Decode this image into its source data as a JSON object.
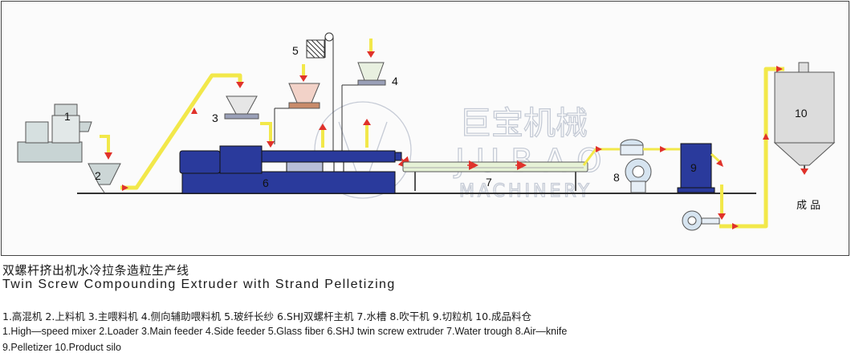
{
  "diagram": {
    "labels": {
      "mixer": "1",
      "loader": "2",
      "main_feeder": "3",
      "side_feeder": "4",
      "glass_fiber": "5",
      "extruder": "6",
      "water_trough": "7",
      "air_knife": "8",
      "pelletizer": "9",
      "product_silo": "10",
      "finished_product": "成 品"
    },
    "watermark": {
      "chinese": "巨宝机械",
      "latin": "JUBAO",
      "sub": "MACHINERY"
    },
    "colors": {
      "machine_blue": "#2a3a9c",
      "pipe_yellow": "#f2e84a",
      "arrow_red": "#e0322b",
      "hopper_pink": "#f2d2c8",
      "silo_gray": "#dcdcdc",
      "trough_green": "#e6f2d6"
    }
  },
  "captions": {
    "title_zh": "双螺杆挤出机水冷拉条造粒生产线",
    "title_en": "Twin Screw Compounding Extruder with Strand Pelletizing",
    "legend_zh": "1.高混机 2.上料机 3.主喂料机 4.侧向辅助喂料机 5.玻纤长纱 6.SHJ双螺杆主机 7.水槽 8.吹干机 9.切粒机 10.成品料仓",
    "legend_en_line1": "1.High—speed mixer   2.Loader   3.Main feeder   4.Side feeder 5.Glass fiber   6.SHJ twin screw extruder 7.Water trough 8.Air—knife",
    "legend_en_line2": "9.Pelletizer 10.Product silo"
  }
}
